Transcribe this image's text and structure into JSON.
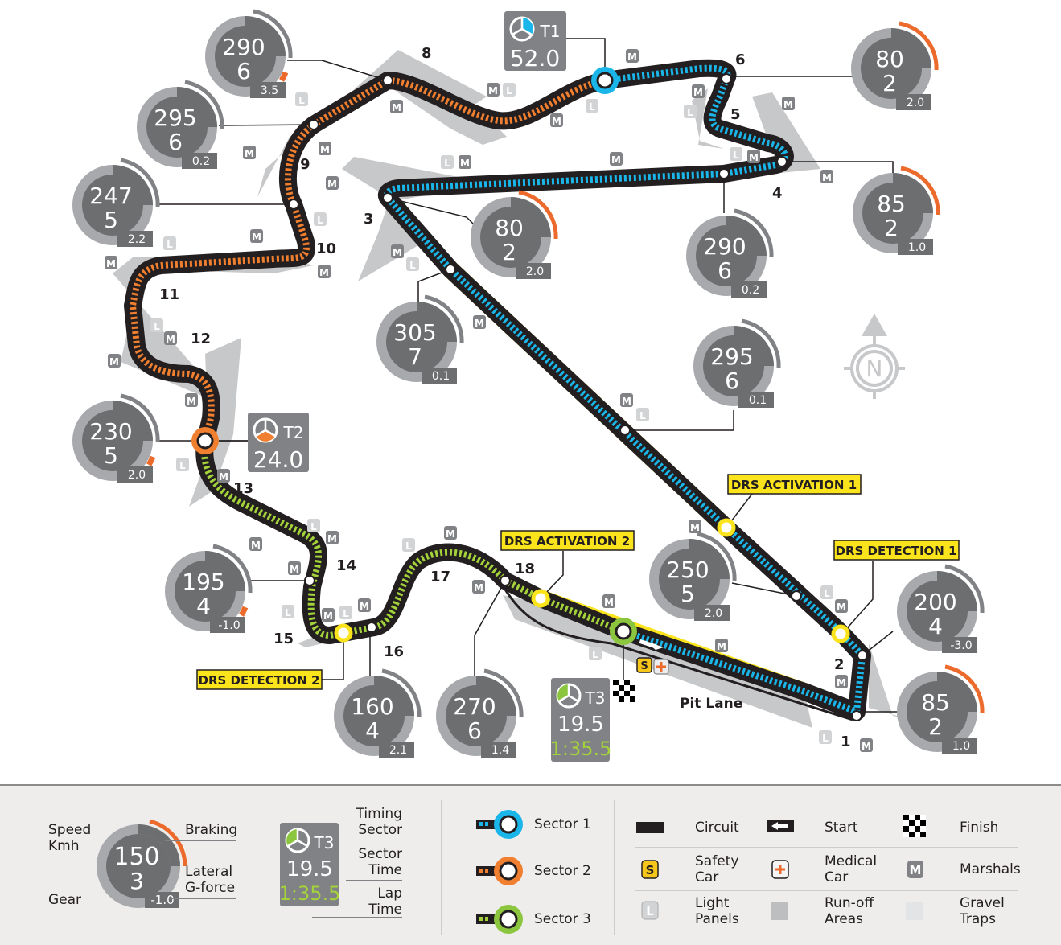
{
  "map": {
    "turns": [
      "1",
      "2",
      "3",
      "4",
      "5",
      "6",
      "8",
      "9",
      "10",
      "11",
      "12",
      "13",
      "14",
      "15",
      "16",
      "17",
      "18"
    ],
    "pit_lane_label": "Pit Lane",
    "drs_labels": {
      "activation_1": "DRS ACTIVATION 1",
      "detection_1": "DRS DETECTION 1",
      "activation_2": "DRS ACTIVATION 2",
      "detection_2": "DRS DETECTION 2"
    },
    "timing_boxes": [
      {
        "sector": "T1",
        "sector_time": "52.0",
        "color": "#1ab6ea"
      },
      {
        "sector": "T2",
        "sector_time": "24.0",
        "color": "#f07f2f"
      },
      {
        "sector": "T3",
        "sector_time": "19.5",
        "lap_time": "1:35.5",
        "color": "#8cc63f"
      }
    ],
    "gauges": [
      {
        "id": "g-t8",
        "speed": "290",
        "gear": "6",
        "gforce": "3.5",
        "braking": 0.1
      },
      {
        "id": "g-t9",
        "speed": "295",
        "gear": "6",
        "gforce": "0.2",
        "braking": 0
      },
      {
        "id": "g-t10",
        "speed": "247",
        "gear": "5",
        "gforce": "2.2",
        "braking": 0
      },
      {
        "id": "g-t12",
        "speed": "230",
        "gear": "5",
        "gforce": "2.0",
        "braking": 0.1
      },
      {
        "id": "g-t14",
        "speed": "195",
        "gear": "4",
        "gforce": "-1.0",
        "braking": 0.1
      },
      {
        "id": "g-t16",
        "speed": "160",
        "gear": "4",
        "gforce": "2.1",
        "braking": 0
      },
      {
        "id": "g-t18",
        "speed": "270",
        "gear": "6",
        "gforce": "1.4",
        "braking": 0
      },
      {
        "id": "g-t3",
        "speed": "80",
        "gear": "2",
        "gforce": "2.0",
        "braking": 1
      },
      {
        "id": "g-straight1",
        "speed": "305",
        "gear": "7",
        "gforce": "0.1",
        "braking": 0
      },
      {
        "id": "g-t4-straight",
        "speed": "290",
        "gear": "6",
        "gforce": "0.2",
        "braking": 0
      },
      {
        "id": "g-t6",
        "speed": "80",
        "gear": "2",
        "gforce": "2.0",
        "braking": 1
      },
      {
        "id": "g-t4",
        "speed": "85",
        "gear": "2",
        "gforce": "1.0",
        "braking": 1
      },
      {
        "id": "g-straight2",
        "speed": "295",
        "gear": "6",
        "gforce": "0.1",
        "braking": 0
      },
      {
        "id": "g-pre1",
        "speed": "250",
        "gear": "5",
        "gforce": "2.0",
        "braking": 0
      },
      {
        "id": "g-t2",
        "speed": "200",
        "gear": "4",
        "gforce": "-3.0",
        "braking": 0
      },
      {
        "id": "g-t1",
        "speed": "85",
        "gear": "2",
        "gforce": "1.0",
        "braking": 1
      }
    ],
    "marker_letters": {
      "marshal": "M",
      "light": "L",
      "safety": "S"
    },
    "compass_label": "N"
  },
  "legend": {
    "gauge_example": {
      "speed": "150",
      "gear": "3",
      "gforce": "-1.0"
    },
    "gauge_labels": {
      "speed": "Speed",
      "kmh": "Kmh",
      "gear": "Gear",
      "braking": "Braking",
      "lateral": "Lateral",
      "gforce": "G-force"
    },
    "timing_example": {
      "sector": "T3",
      "sector_time": "19.5",
      "lap_time": "1:35.5"
    },
    "timing_labels": {
      "timing": "Timing",
      "sector": "Sector",
      "sector2": "Sector",
      "time": "Time",
      "lap": "Lap",
      "lap_time": "Time"
    },
    "sectors": [
      {
        "label": "Sector 1",
        "color": "#1ab6ea"
      },
      {
        "label": "Sector 2",
        "color": "#f07f2f"
      },
      {
        "label": "Sector 3",
        "color": "#8cc63f"
      }
    ],
    "items": {
      "circuit": "Circuit",
      "start": "Start",
      "finish": "Finish",
      "safety_1": "Safety",
      "safety_2": "Car",
      "medical_1": "Medical",
      "medical_2": "Car",
      "marshals": "Marshals",
      "light_1": "Light",
      "light_2": "Panels",
      "runoff_1": "Run-off",
      "runoff_2": "Areas",
      "gravel_1": "Gravel",
      "gravel_2": "Traps"
    }
  },
  "colors": {
    "sector1": "#1ab6ea",
    "sector2": "#f07f2f",
    "sector3": "#8cc63f",
    "drs": "#fbe41c",
    "braking": "#ec6a2c",
    "gauge_dark": "#6d6e70",
    "gauge_light": "#a7a9ac",
    "runoff": "#bcbec0",
    "lap_time": "#a4d23b"
  }
}
